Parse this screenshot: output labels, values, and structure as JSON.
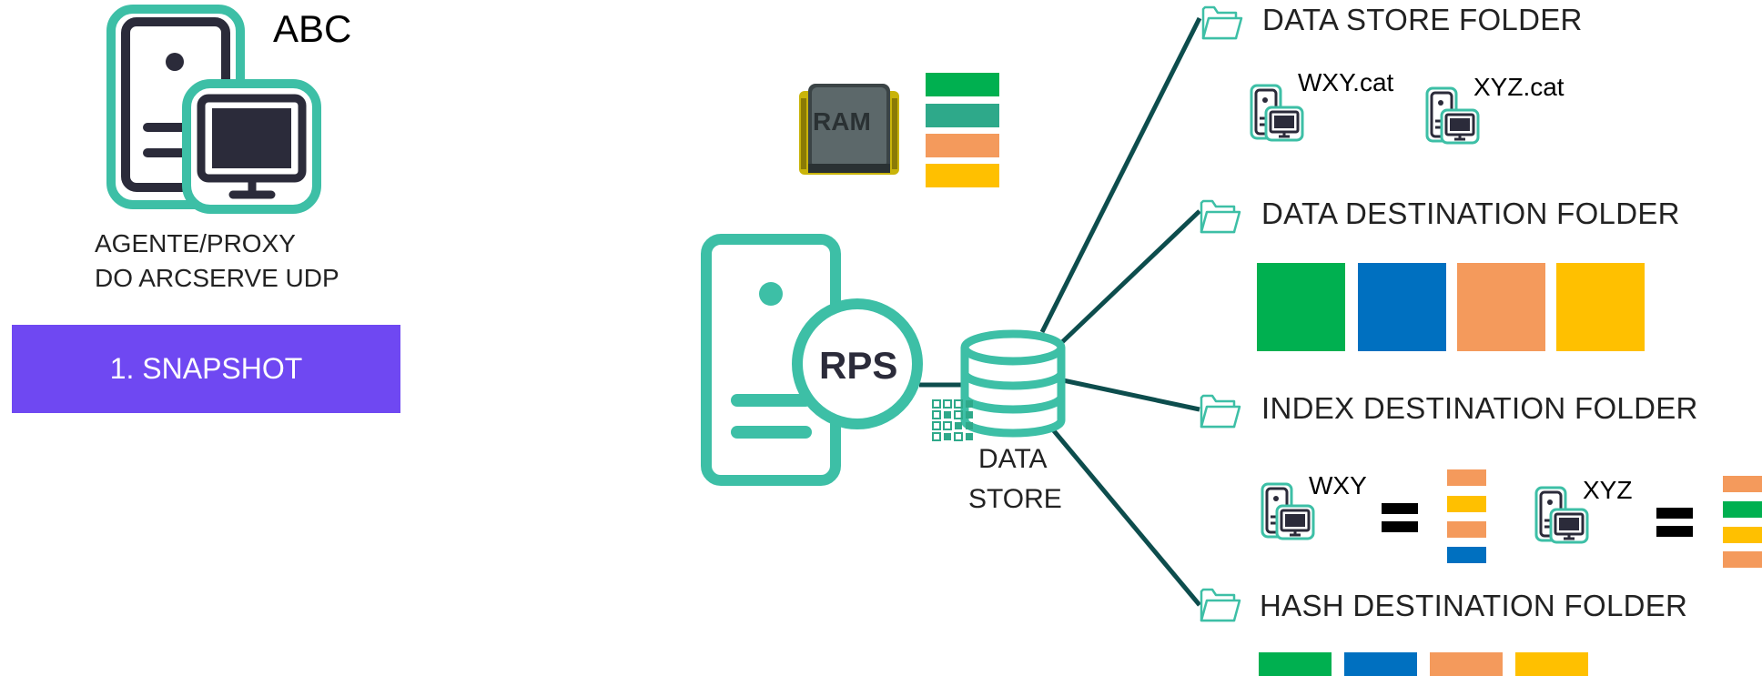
{
  "agent": {
    "name": "ABC",
    "label_line1": "AGENTE/PROXY",
    "label_line2": "DO ARCSERVE UDP"
  },
  "snapshot_button": {
    "label": "1. SNAPSHOT",
    "color": "#6f48f2"
  },
  "ram": {
    "label": "RAM"
  },
  "rps": {
    "label": "RPS"
  },
  "data_store": {
    "label_line1": "DATA",
    "label_line2": "STORE"
  },
  "folders": {
    "data_store_folder": {
      "title": "DATA STORE FOLDER",
      "files": [
        "WXY.cat",
        "XYZ.cat"
      ]
    },
    "data_destination_folder": {
      "title": "DATA DESTINATION FOLDER"
    },
    "index_destination_folder": {
      "title": "INDEX DESTINATION FOLDER",
      "nodes": [
        "WXY",
        "XYZ"
      ]
    },
    "hash_destination_folder": {
      "title": "HASH DESTINATION FOLDER"
    }
  },
  "colors": {
    "teal": "#3dbfa6",
    "dark_teal_line": "#0d4d4d",
    "green": "#00b050",
    "teal_block": "#2ea98a",
    "blue": "#0070c0",
    "orange": "#f49a5c",
    "yellow": "#ffc000",
    "purple": "#6f48f2"
  },
  "icons": [
    "server-monitor-icon",
    "ram-chip-icon",
    "rps-server-icon",
    "database-icon",
    "folder-icon",
    "equals-icon"
  ]
}
